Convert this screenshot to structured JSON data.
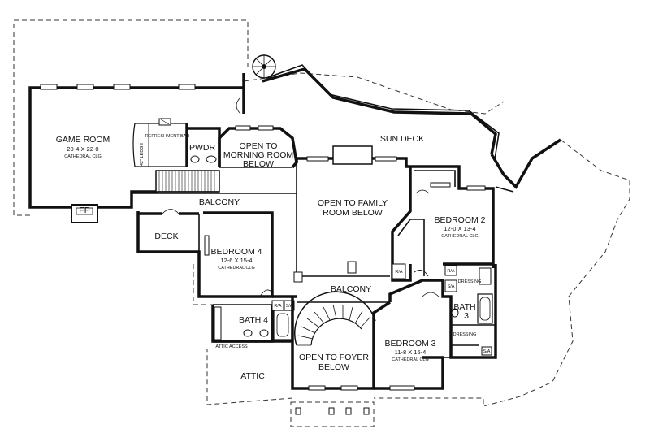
{
  "rooms": {
    "game_room": {
      "name": "GAME ROOM",
      "dims": "20-4 X 22-0",
      "note": "CATHEDRAL CLG"
    },
    "refreshment_bar": {
      "name": "REFRESHMENT BAR"
    },
    "ledge": {
      "name": "42\" LEDGE"
    },
    "pwdr": {
      "name": "PWDR"
    },
    "open_morning": {
      "line1": "OPEN TO",
      "line2": "MORNING ROOM",
      "line3": "BELOW"
    },
    "sun_deck": {
      "name": "SUN DECK"
    },
    "fp": {
      "name": "FP"
    },
    "balcony_top": {
      "name": "BALCONY"
    },
    "open_family": {
      "line1": "OPEN TO FAMILY",
      "line2": "ROOM BELOW"
    },
    "bedroom2": {
      "name": "BEDROOM 2",
      "dims": "12-0 X 13-4",
      "note": "CATHEDRAL CLG"
    },
    "deck": {
      "name": "DECK"
    },
    "bedroom4": {
      "name": "BEDROOM 4",
      "dims": "12-6 X 15-4",
      "note": "CATHEDRAL CLG"
    },
    "balcony_mid": {
      "name": "BALCONY"
    },
    "ra_1": {
      "name": "R/A"
    },
    "ra_2": {
      "name": "R/A"
    },
    "ra_3": {
      "name": "R/A"
    },
    "sa_1": {
      "name": "S/A"
    },
    "sa_2": {
      "name": "S/A"
    },
    "sa_3": {
      "name": "S/A"
    },
    "dressing_1": {
      "name": "DRESSING"
    },
    "dressing_2": {
      "name": "DRESSING"
    },
    "bath3": {
      "line1": "BATH",
      "line2": "3"
    },
    "bath4": {
      "name": "BATH 4"
    },
    "attic_access": {
      "name": "ATTIC ACCESS"
    },
    "attic": {
      "name": "ATTIC"
    },
    "open_foyer": {
      "line1": "OPEN TO FOYER",
      "line2": "BELOW"
    },
    "bedroom3": {
      "name": "BEDROOM 3",
      "dims": "11-8 X 15-4",
      "note": "CATHEDRAL CLG"
    }
  }
}
